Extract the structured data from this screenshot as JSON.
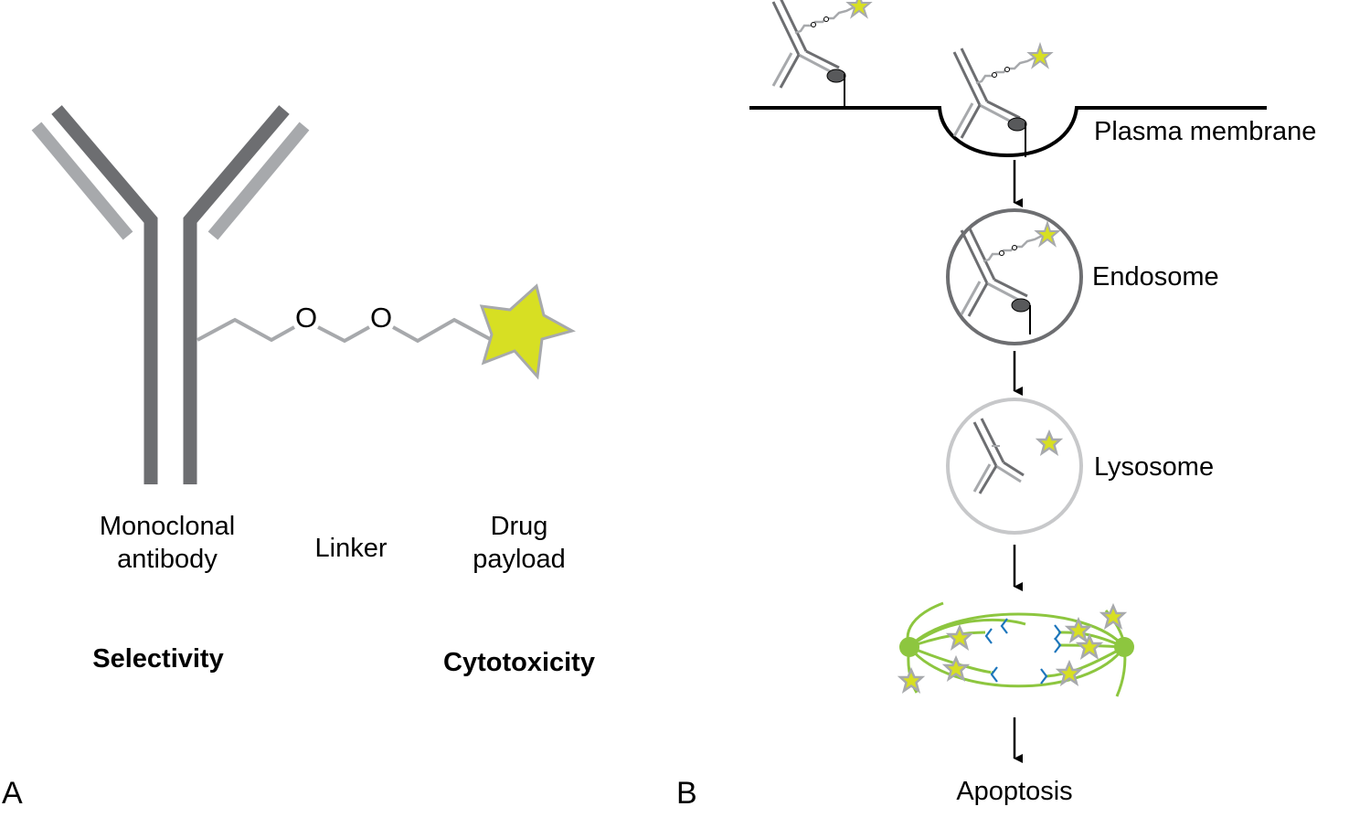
{
  "panel_a": {
    "letter": "A",
    "labels": {
      "antibody": "Monoclonal\nantibody",
      "antibody_line1": "Monoclonal",
      "antibody_line2": "antibody",
      "linker": "Linker",
      "drug_line1": "Drug",
      "drug_line2": "payload",
      "selectivity": "Selectivity",
      "cytotoxicity": "Cytotoxicity"
    },
    "linker_atoms": [
      "O",
      "O"
    ]
  },
  "panel_b": {
    "letter": "B",
    "stages": [
      {
        "label": "Plasma membrane"
      },
      {
        "label": "Endosome"
      },
      {
        "label": "Lysosome"
      },
      {
        "label": "Apoptosis"
      }
    ]
  },
  "colors": {
    "heavy_chain": "#6d6e71",
    "light_chain": "#a7a9ac",
    "linker": "#a7a9ac",
    "drug_fill": "#d7df23",
    "drug_stroke": "#a7a9ac",
    "receptor": "#58595b",
    "endosome": "#6d6e71",
    "lysosome": "#c7c8ca",
    "spindle": "#8dc63f",
    "tubulin": "#1c75bc"
  }
}
